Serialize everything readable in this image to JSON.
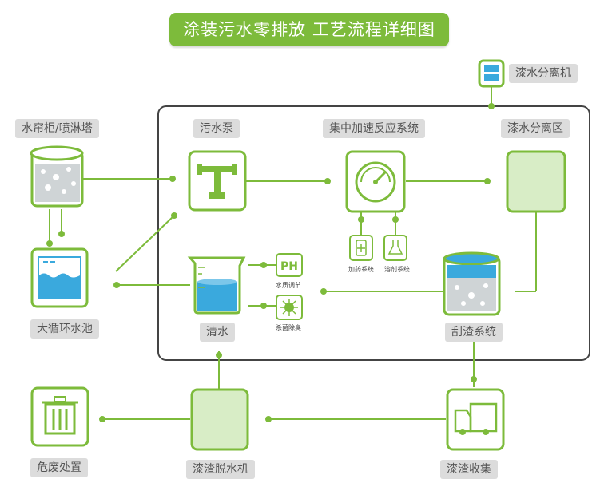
{
  "title": "涂装污水零排放 工艺流程详细图",
  "labels": {
    "spray_booth": "水帘柜/喷淋塔",
    "circ_pool": "大循环水池",
    "sewage_pump": "污水泵",
    "reactor": "集中加速反应系统",
    "separation_zone": "漆水分离区",
    "separator_machine": "漆水分离机",
    "clear_water": "清水",
    "scraper": "刮渣系统",
    "hazard": "危废处置",
    "dewatering": "漆渣脱水机",
    "collection": "漆渣收集"
  },
  "small_labels": {
    "ph_text": "PH",
    "water_quality": "水质调节",
    "sterilize": "杀菌除臭",
    "dosing": "加药系统",
    "solvent": "溶剂系统"
  },
  "colors": {
    "green": "#7dbb3b",
    "light_green": "#d8edc6",
    "water_blue": "#3aa9dd",
    "gray_label": "#dcdcdc",
    "frame": "#444444"
  },
  "icons": [
    "barrel-icon",
    "pool-icon",
    "pump-icon",
    "gauge-icon",
    "beaker-icon",
    "ph-icon",
    "bacteria-icon",
    "bottle-icon",
    "flask-icon",
    "trash-icon",
    "truck-icon",
    "separator-icon",
    "dewater-box-icon",
    "separation-box-icon"
  ]
}
